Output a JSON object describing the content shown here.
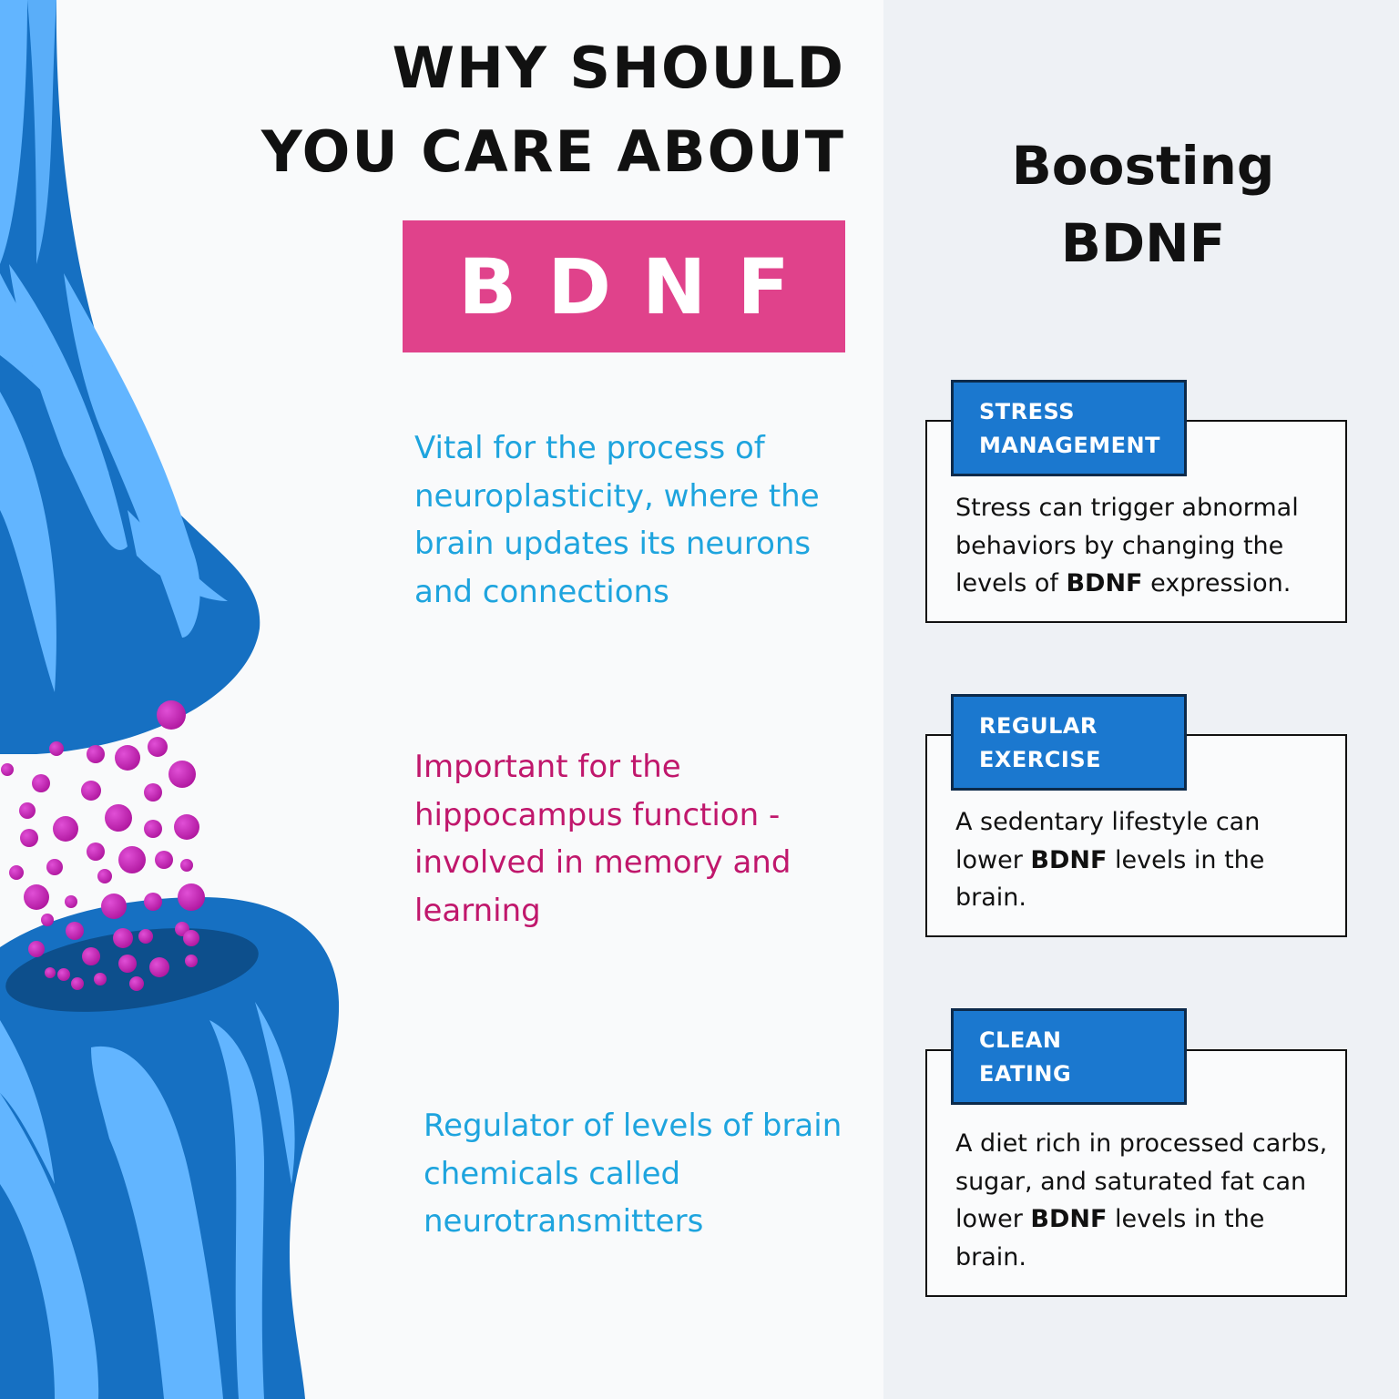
{
  "header": {
    "line1": "WHY SHOULD",
    "line2": "YOU CARE ABOUT",
    "badge": "BDNF"
  },
  "facts": [
    {
      "text": "Vital for the process of neuroplasticity, where the brain updates its neurons and connections",
      "color": "#1ea4de"
    },
    {
      "text": "Important for the hippocampus function - involved in memory and learning",
      "color": "#c0176c"
    },
    {
      "text": "Regulator of levels of brain chemicals called neurotransmitters",
      "color": "#1ea4de"
    }
  ],
  "boosting": {
    "title_line1": "Boosting",
    "title_line2": "BDNF",
    "cards": [
      {
        "label_line1": "STRESS",
        "label_line2": "MANAGEMENT",
        "text_before": "Stress can trigger abnormal behaviors by changing the levels of ",
        "bold": "BDNF",
        "text_after": " expression."
      },
      {
        "label_line1": "REGULAR",
        "label_line2": "EXERCISE",
        "text_before": "A sedentary lifestyle can lower ",
        "bold": "BDNF",
        "text_after": " levels in the brain."
      },
      {
        "label_line1": "CLEAN",
        "label_line2": "EATING",
        "text_before": "A diet rich in processed carbs, sugar, and saturated fat can lower ",
        "bold": "BDNF",
        "text_after": " levels in the brain."
      }
    ]
  },
  "colors": {
    "accent_pink": "#e0428b",
    "dark_blue": "#1670c2",
    "light_blue": "#62b5ff",
    "label_blue": "#1b78cf",
    "dots_magenta": "#c51fb5"
  }
}
